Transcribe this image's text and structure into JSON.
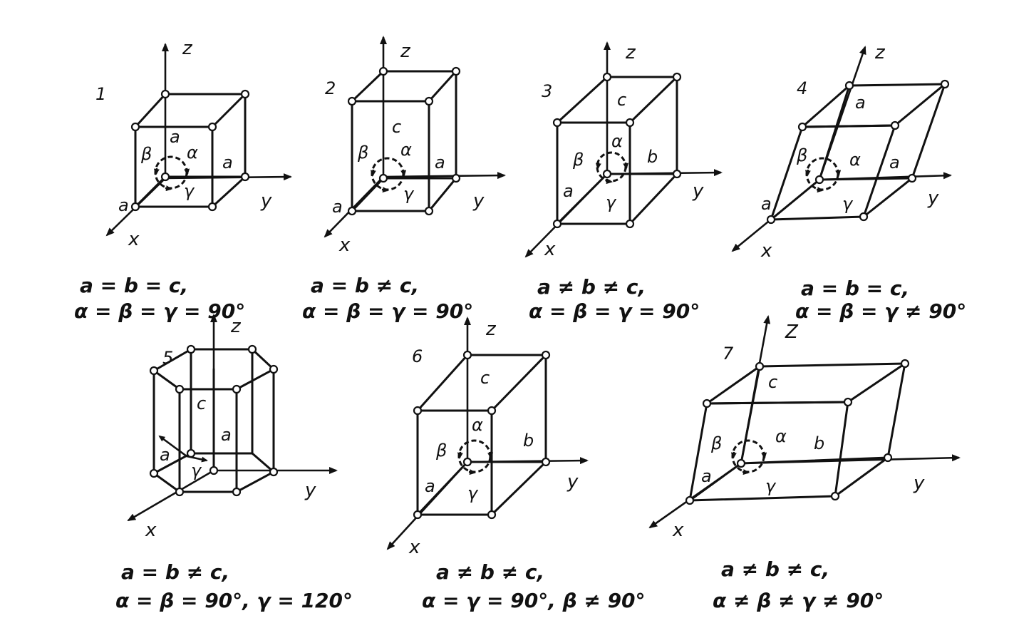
{
  "lattices": [
    {
      "number": "1",
      "labels": {
        "z": "z",
        "y": "y",
        "x": "x",
        "a_top": "a",
        "a_right": "a",
        "a_left": "a",
        "alpha": "α",
        "beta": "β",
        "gamma": "γ"
      },
      "conditions": [
        "a = b = c,",
        "α = β = γ = 90°"
      ]
    },
    {
      "number": "2",
      "labels": {
        "z": "z",
        "y": "y",
        "x": "x",
        "c": "c",
        "a_right": "a",
        "a_left": "a",
        "alpha": "α",
        "beta": "β",
        "gamma": "γ"
      },
      "conditions": [
        "a = b ≠ c,",
        "α = β = γ = 90°"
      ]
    },
    {
      "number": "3",
      "labels": {
        "z": "z",
        "y": "y",
        "x": "x",
        "c": "c",
        "alpha": "α",
        "b": "b",
        "beta": "β",
        "a": "a",
        "gamma": "γ"
      },
      "conditions": [
        "a ≠ b ≠ c,",
        "α = β = γ = 90°"
      ]
    },
    {
      "number": "4",
      "labels": {
        "z": "z",
        "y": "y",
        "x": "x",
        "a_top": "a",
        "a_right": "a",
        "a_left": "a",
        "alpha": "α",
        "beta": "β",
        "gamma": "γ"
      },
      "conditions": [
        "a = b = c,",
        "α = β = γ ≠ 90°"
      ]
    },
    {
      "number": "5",
      "labels": {
        "z": "z",
        "y": "y",
        "x": "x",
        "c": "c",
        "a_right": "a",
        "a_left": "a",
        "gamma": "γ"
      },
      "conditions": [
        "a = b ≠ c,",
        "α = β = 90°, γ = 120°"
      ]
    },
    {
      "number": "6",
      "labels": {
        "z": "z",
        "y": "y",
        "x": "x",
        "c": "c",
        "alpha": "α",
        "b": "b",
        "beta": "β",
        "a": "a",
        "gamma": "γ"
      },
      "conditions": [
        "a ≠ b ≠ c,",
        "α = γ = 90°, β ≠ 90°"
      ]
    },
    {
      "number": "7",
      "labels": {
        "z": "Z",
        "y": "y",
        "x": "x",
        "c": "c",
        "alpha": "α",
        "b": "b",
        "beta": "β",
        "a": "a",
        "gamma": "γ"
      },
      "conditions": [
        "a ≠ b ≠ c,",
        "α ≠ β ≠ γ ≠ 90°"
      ]
    }
  ],
  "colors": {
    "ink": "#111111",
    "paper": "#ffffff"
  }
}
